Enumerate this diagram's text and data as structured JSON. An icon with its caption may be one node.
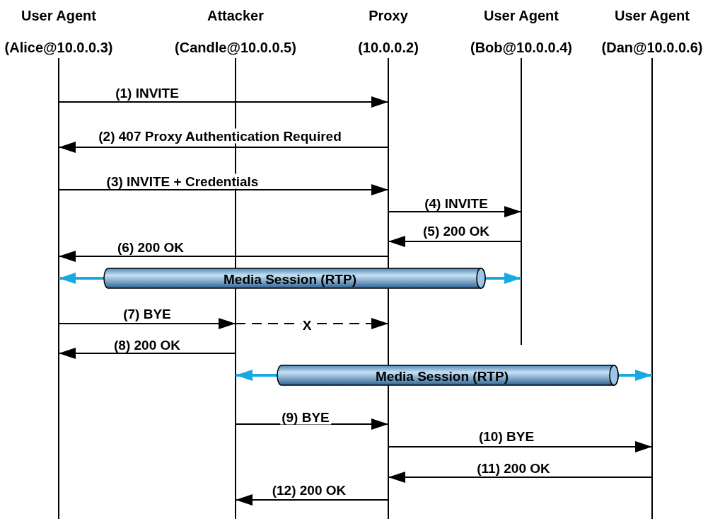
{
  "diagram": {
    "nodes": [
      {
        "text": [
          "User Agent",
          "(Alice@10.0.0.3)"
        ]
      },
      {
        "text": [
          "Attacker",
          "(Candle@10.0.0.5)"
        ]
      },
      {
        "text": [
          "Proxy",
          "(10.0.0.2)"
        ]
      },
      {
        "text": [
          "User Agent",
          "(Bob@10.0.0.4)"
        ]
      },
      {
        "text": [
          "User Agent",
          "(Dan@10.0.0.6)"
        ]
      }
    ],
    "edges": [
      {
        "from": 0,
        "to": 2,
        "arrow": "to",
        "label": "(1) INVITE"
      },
      {
        "from": 2,
        "to": 0,
        "arrow": "to",
        "label": "(2) 407 Proxy Authentication Required"
      },
      {
        "from": 0,
        "to": 2,
        "arrow": "to",
        "label": "(3) INVITE + Credentials"
      },
      {
        "from": 2,
        "to": 3,
        "arrow": "to",
        "label": "(4) INVITE"
      },
      {
        "from": 3,
        "to": 2,
        "arrow": "to",
        "label": "(5) 200 OK"
      },
      {
        "from": 2,
        "to": 0,
        "arrow": "to",
        "label": "(6) 200 OK"
      },
      {
        "from": 0,
        "to": 3,
        "arrow": "both",
        "label": "Media Session (RTP)",
        "style": "thick",
        "color": "#19a9e1"
      },
      {
        "from": 0,
        "to": 1,
        "arrow": "to",
        "label": "(7) BYE"
      },
      {
        "from": 1,
        "to": 2,
        "arrow": "to",
        "label": "X",
        "style": "dashed"
      },
      {
        "from": 1,
        "to": 0,
        "arrow": "to",
        "label": "(8) 200 OK"
      },
      {
        "from": 1,
        "to": 4,
        "arrow": "both",
        "label": "Media Session (RTP)",
        "style": "thick",
        "color": "#19a9e1"
      },
      {
        "from": 1,
        "to": 2,
        "arrow": "to",
        "label": "(9) BYE"
      },
      {
        "from": 2,
        "to": 4,
        "arrow": "to",
        "label": "(10) BYE"
      },
      {
        "from": 4,
        "to": 2,
        "arrow": "to",
        "label": "(11) 200 OK"
      },
      {
        "from": 2,
        "to": 1,
        "arrow": "to",
        "label": "(12) 200 OK"
      }
    ]
  }
}
